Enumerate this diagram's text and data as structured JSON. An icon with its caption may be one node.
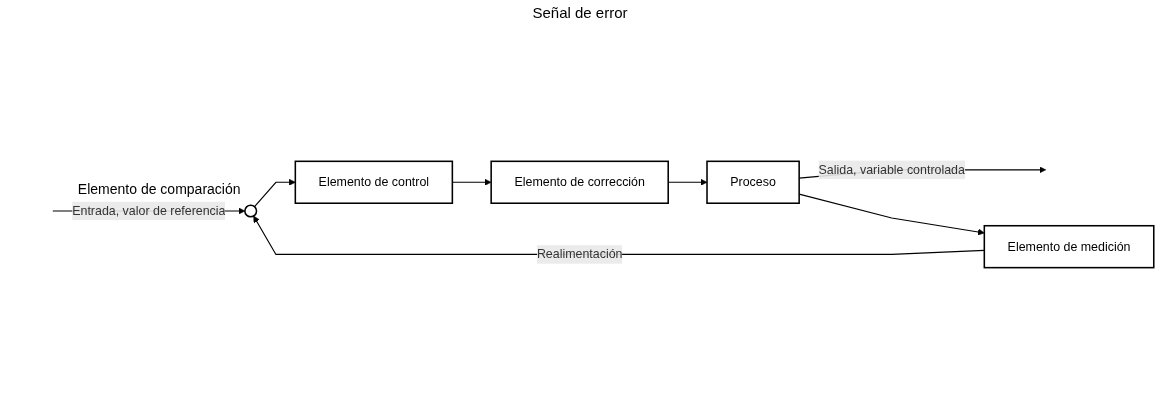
{
  "diagram": {
    "nodes": [
      {
        "text": [],
        "shape": "circle",
        "beside": [
          "Elemento de comparación"
        ]
      },
      {
        "text": [
          "Elemento de control"
        ]
      },
      {
        "text": [
          "Elemento de corrección"
        ]
      },
      {
        "text": [
          "Proceso"
        ]
      },
      {
        "text": [
          "Elemento de medición"
        ]
      }
    ],
    "edges": [
      {
        "from": null,
        "to": 0,
        "arrow": "to",
        "label": "Entrada, valor de referencia"
      },
      {
        "from": 0,
        "to": 1,
        "arrow": "to"
      },
      {
        "from": 1,
        "to": 2,
        "arrow": "to"
      },
      {
        "from": 2,
        "to": 3,
        "arrow": "to"
      },
      {
        "from": 3,
        "to": null,
        "arrow": "to",
        "label": "Salida, variable controlada"
      },
      {
        "from": 3,
        "to": 4,
        "arrow": "to"
      },
      {
        "from": 4,
        "to": 0,
        "arrow": "to",
        "label": "Realimentación"
      }
    ],
    "labels": [
      "Señal de error"
    ]
  }
}
